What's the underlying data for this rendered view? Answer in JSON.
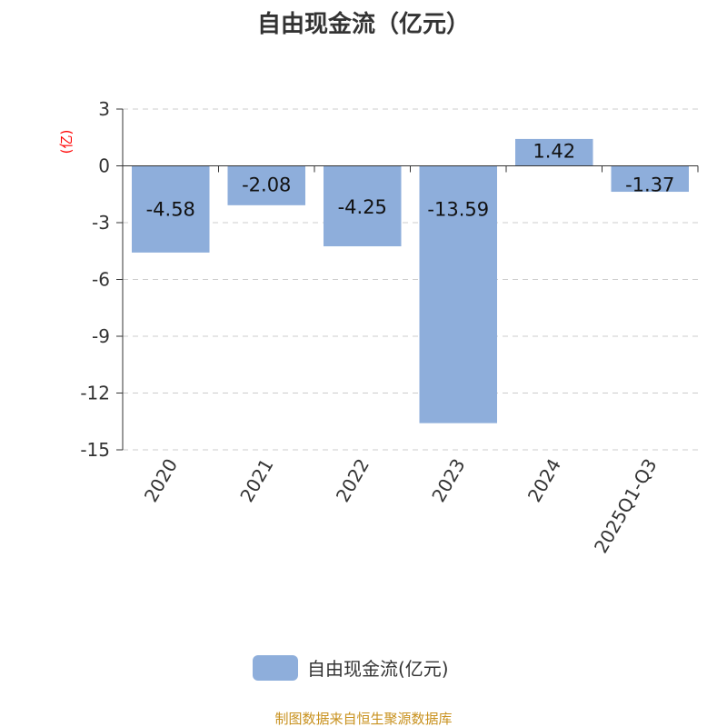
{
  "chart_data": {
    "type": "bar",
    "title": "自由现金流（亿元）",
    "ylabel": "(亿)",
    "categories": [
      "2020",
      "2021",
      "2022",
      "2023",
      "2024",
      "2025Q1-Q3"
    ],
    "series": [
      {
        "name": "自由现金流(亿元)",
        "values": [
          -4.58,
          -2.08,
          -4.25,
          -13.59,
          1.42,
          -1.37
        ]
      }
    ],
    "data_labels": [
      "-4.58",
      "-2.08",
      "-4.25",
      "-13.59",
      "1.42",
      "-1.37"
    ],
    "ylim": [
      -15,
      3
    ],
    "yticks": [
      3,
      0,
      -3,
      -6,
      -9,
      -12,
      -15
    ],
    "grid": true,
    "legend_position": "bottom",
    "bar_color": "#8eaedb",
    "axis_label_color": "#ff0000"
  },
  "source": "制图数据来自恒生聚源数据库"
}
